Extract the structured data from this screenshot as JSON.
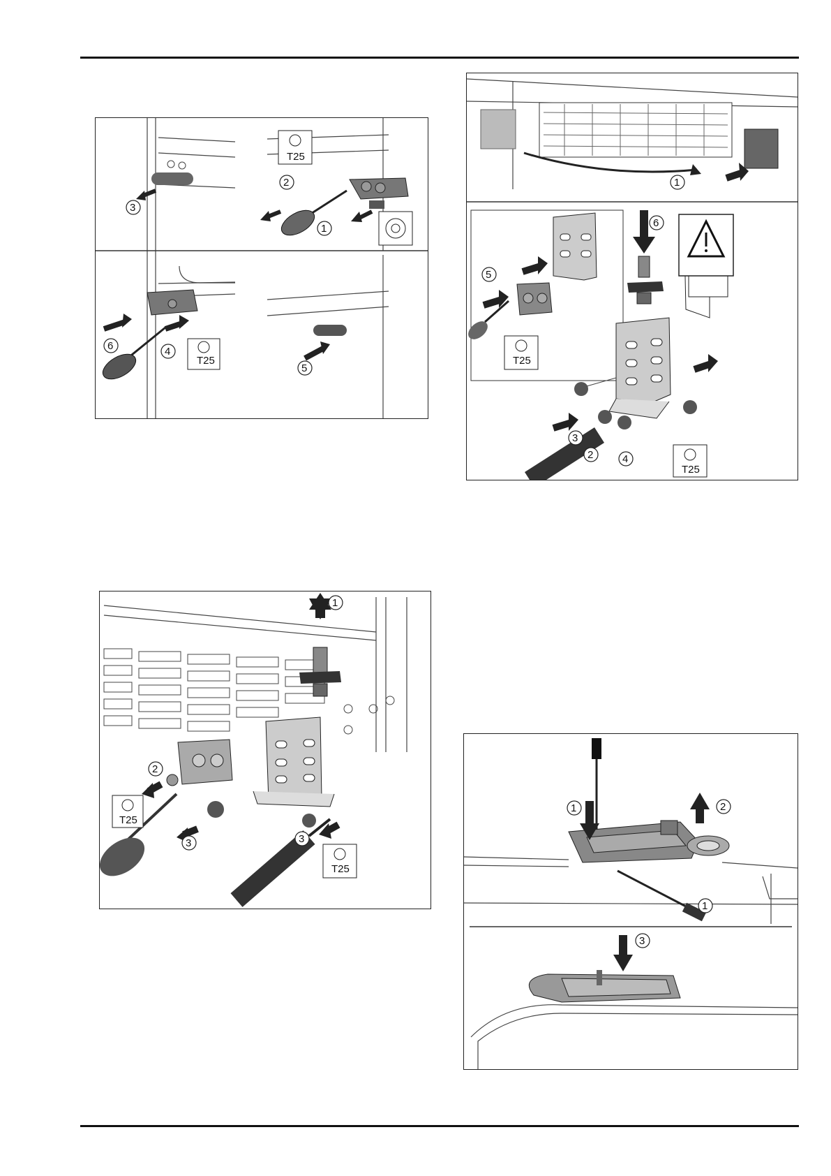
{
  "figures": {
    "fig_a": {
      "callouts": [
        "1",
        "2",
        "3",
        "4",
        "5",
        "6"
      ],
      "tool_labels": [
        "T25",
        "T25"
      ]
    },
    "fig_b": {
      "callouts": [
        "1",
        "2",
        "3",
        "4",
        "5",
        "6"
      ],
      "tool_labels": [
        "T25",
        "T25"
      ],
      "icons": [
        "warning-triangle-icon",
        "torx-icon"
      ]
    },
    "fig_c": {
      "callouts": [
        "1",
        "2",
        "3",
        "3"
      ],
      "tool_labels": [
        "T25",
        "T25"
      ]
    },
    "fig_d": {
      "callouts": [
        "1",
        "2",
        "1",
        "3"
      ]
    }
  }
}
